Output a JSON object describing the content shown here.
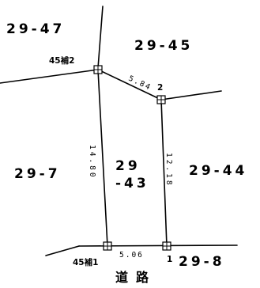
{
  "lots": {
    "top_left": "29-47",
    "top_right": "29-45",
    "left": "29-7",
    "center_line1": "29",
    "center_line2": "-43",
    "right": "29-44",
    "bottom_right": "29-8"
  },
  "points": {
    "p45_2": "45補2",
    "p2": "2",
    "p45_1": "45補1",
    "p1": "1"
  },
  "dimensions": {
    "top": "5.84",
    "left": "14.80",
    "right": "12.18",
    "bottom": "5.06"
  },
  "road": "道路"
}
